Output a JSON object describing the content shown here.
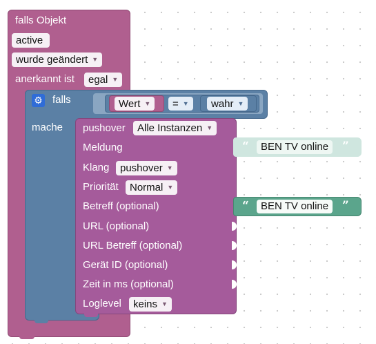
{
  "outer_block": {
    "title": "falls Objekt",
    "object_id": "active",
    "trigger": "wurde geändert",
    "ack_label": "anerkannt ist",
    "ack_value": "egal"
  },
  "if_block": {
    "falls_label": "falls",
    "mache_label": "mache",
    "condition": {
      "left": "Wert",
      "operator": "=",
      "right": "wahr"
    }
  },
  "pushover_block": {
    "title": "pushover",
    "instance": "Alle Instanzen",
    "fields": [
      {
        "label": "Meldung"
      },
      {
        "label": "Klang",
        "value": "pushover"
      },
      {
        "label": "Priorität",
        "value": "Normal"
      },
      {
        "label": "Betreff (optional)"
      },
      {
        "label": "URL (optional)"
      },
      {
        "label": "URL Betreff (optional)"
      },
      {
        "label": "Gerät ID (optional)"
      },
      {
        "label": "Zeit in ms (optional)"
      },
      {
        "label": "Loglevel",
        "value": "keins"
      }
    ],
    "meldung_text": "BEN TV online",
    "betreff_text": "BEN TV online"
  },
  "colors": {
    "trigger_block": "#b05f8f",
    "if_block": "#5b80a5",
    "pushover_block": "#a55b9b",
    "text_block": "#5ba58c",
    "text_block_disabled": "#cfe6df",
    "workspace_background": "#ffffff"
  },
  "icons": {
    "dropdown": "triangle-down",
    "mutator": "gear-icon",
    "quote": "quote-marks"
  }
}
